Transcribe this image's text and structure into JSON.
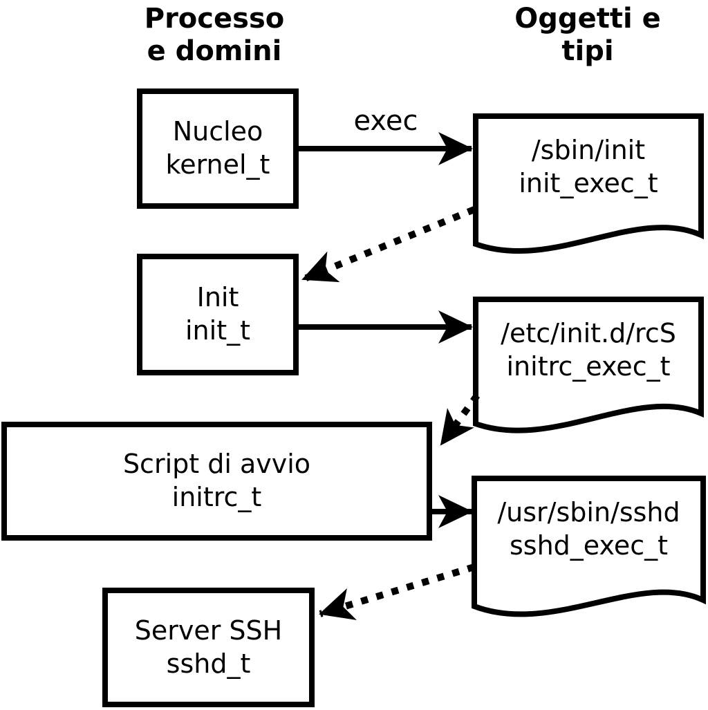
{
  "title_columns": {
    "left": {
      "line1": "Processo",
      "line2": "e domini"
    },
    "right": {
      "line1": "Oggetti e",
      "line2": "tipi"
    }
  },
  "processes": [
    {
      "label": "Nucleo",
      "type": "kernel_t"
    },
    {
      "label": "Init",
      "type": "init_t"
    },
    {
      "label": "Script di avvio",
      "type": "initrc_t"
    },
    {
      "label": "Server SSH",
      "type": "sshd_t"
    }
  ],
  "objects": [
    {
      "path": "/sbin/init",
      "type": "init_exec_t"
    },
    {
      "path": "/etc/init.d/rcS",
      "type": "initrc_exec_t"
    },
    {
      "path": "/usr/sbin/sshd",
      "type": "sshd_exec_t"
    }
  ],
  "labels": {
    "exec_arrow": "exec"
  },
  "colors": {
    "ink": "#000000",
    "paper": "#ffffff"
  }
}
